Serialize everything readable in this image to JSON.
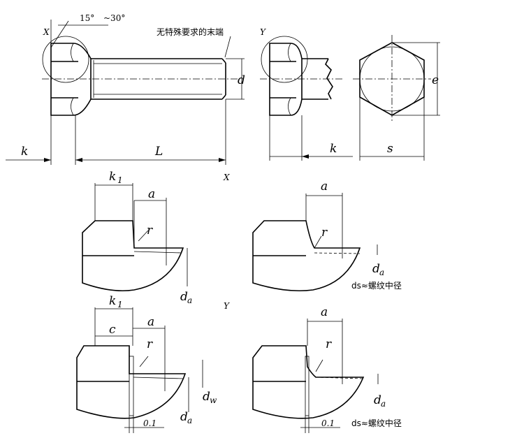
{
  "labels": {
    "angle_15": "15°",
    "angle_30": "~30°",
    "view_x_small": "X",
    "view_y_small": "Y",
    "end_note": "无特殊要求的末端",
    "d": "d",
    "k_left": "k",
    "L": "L",
    "k_mid": "k",
    "s": "s",
    "e": "e",
    "detail_x_title": "X",
    "detail_y_title": "Y",
    "k1_top": "k",
    "k1_top_sub": "1",
    "a_top_left": "a",
    "r_top_left": "r",
    "da_top_left": "d",
    "da_top_left_sub": "a",
    "a_top_right": "a",
    "r_top_right": "r",
    "da_top_right": "d",
    "da_top_right_sub": "a",
    "ds_note_top": "ds≈螺纹中径",
    "k1_bottom": "k",
    "k1_bottom_sub": "1",
    "c": "c",
    "a_bot_left": "a",
    "r_bot_left": "r",
    "dw": "d",
    "dw_sub": "w",
    "da_bot_left": "d",
    "da_bot_left_sub": "a",
    "tol_bot_left": "0.1",
    "a_bot_right": "a",
    "r_bot_right": "r",
    "da_bot_right": "d",
    "da_bot_right_sub": "a",
    "tol_bot_right": "0.1",
    "ds_note_bottom": "ds≈螺纹中径"
  }
}
